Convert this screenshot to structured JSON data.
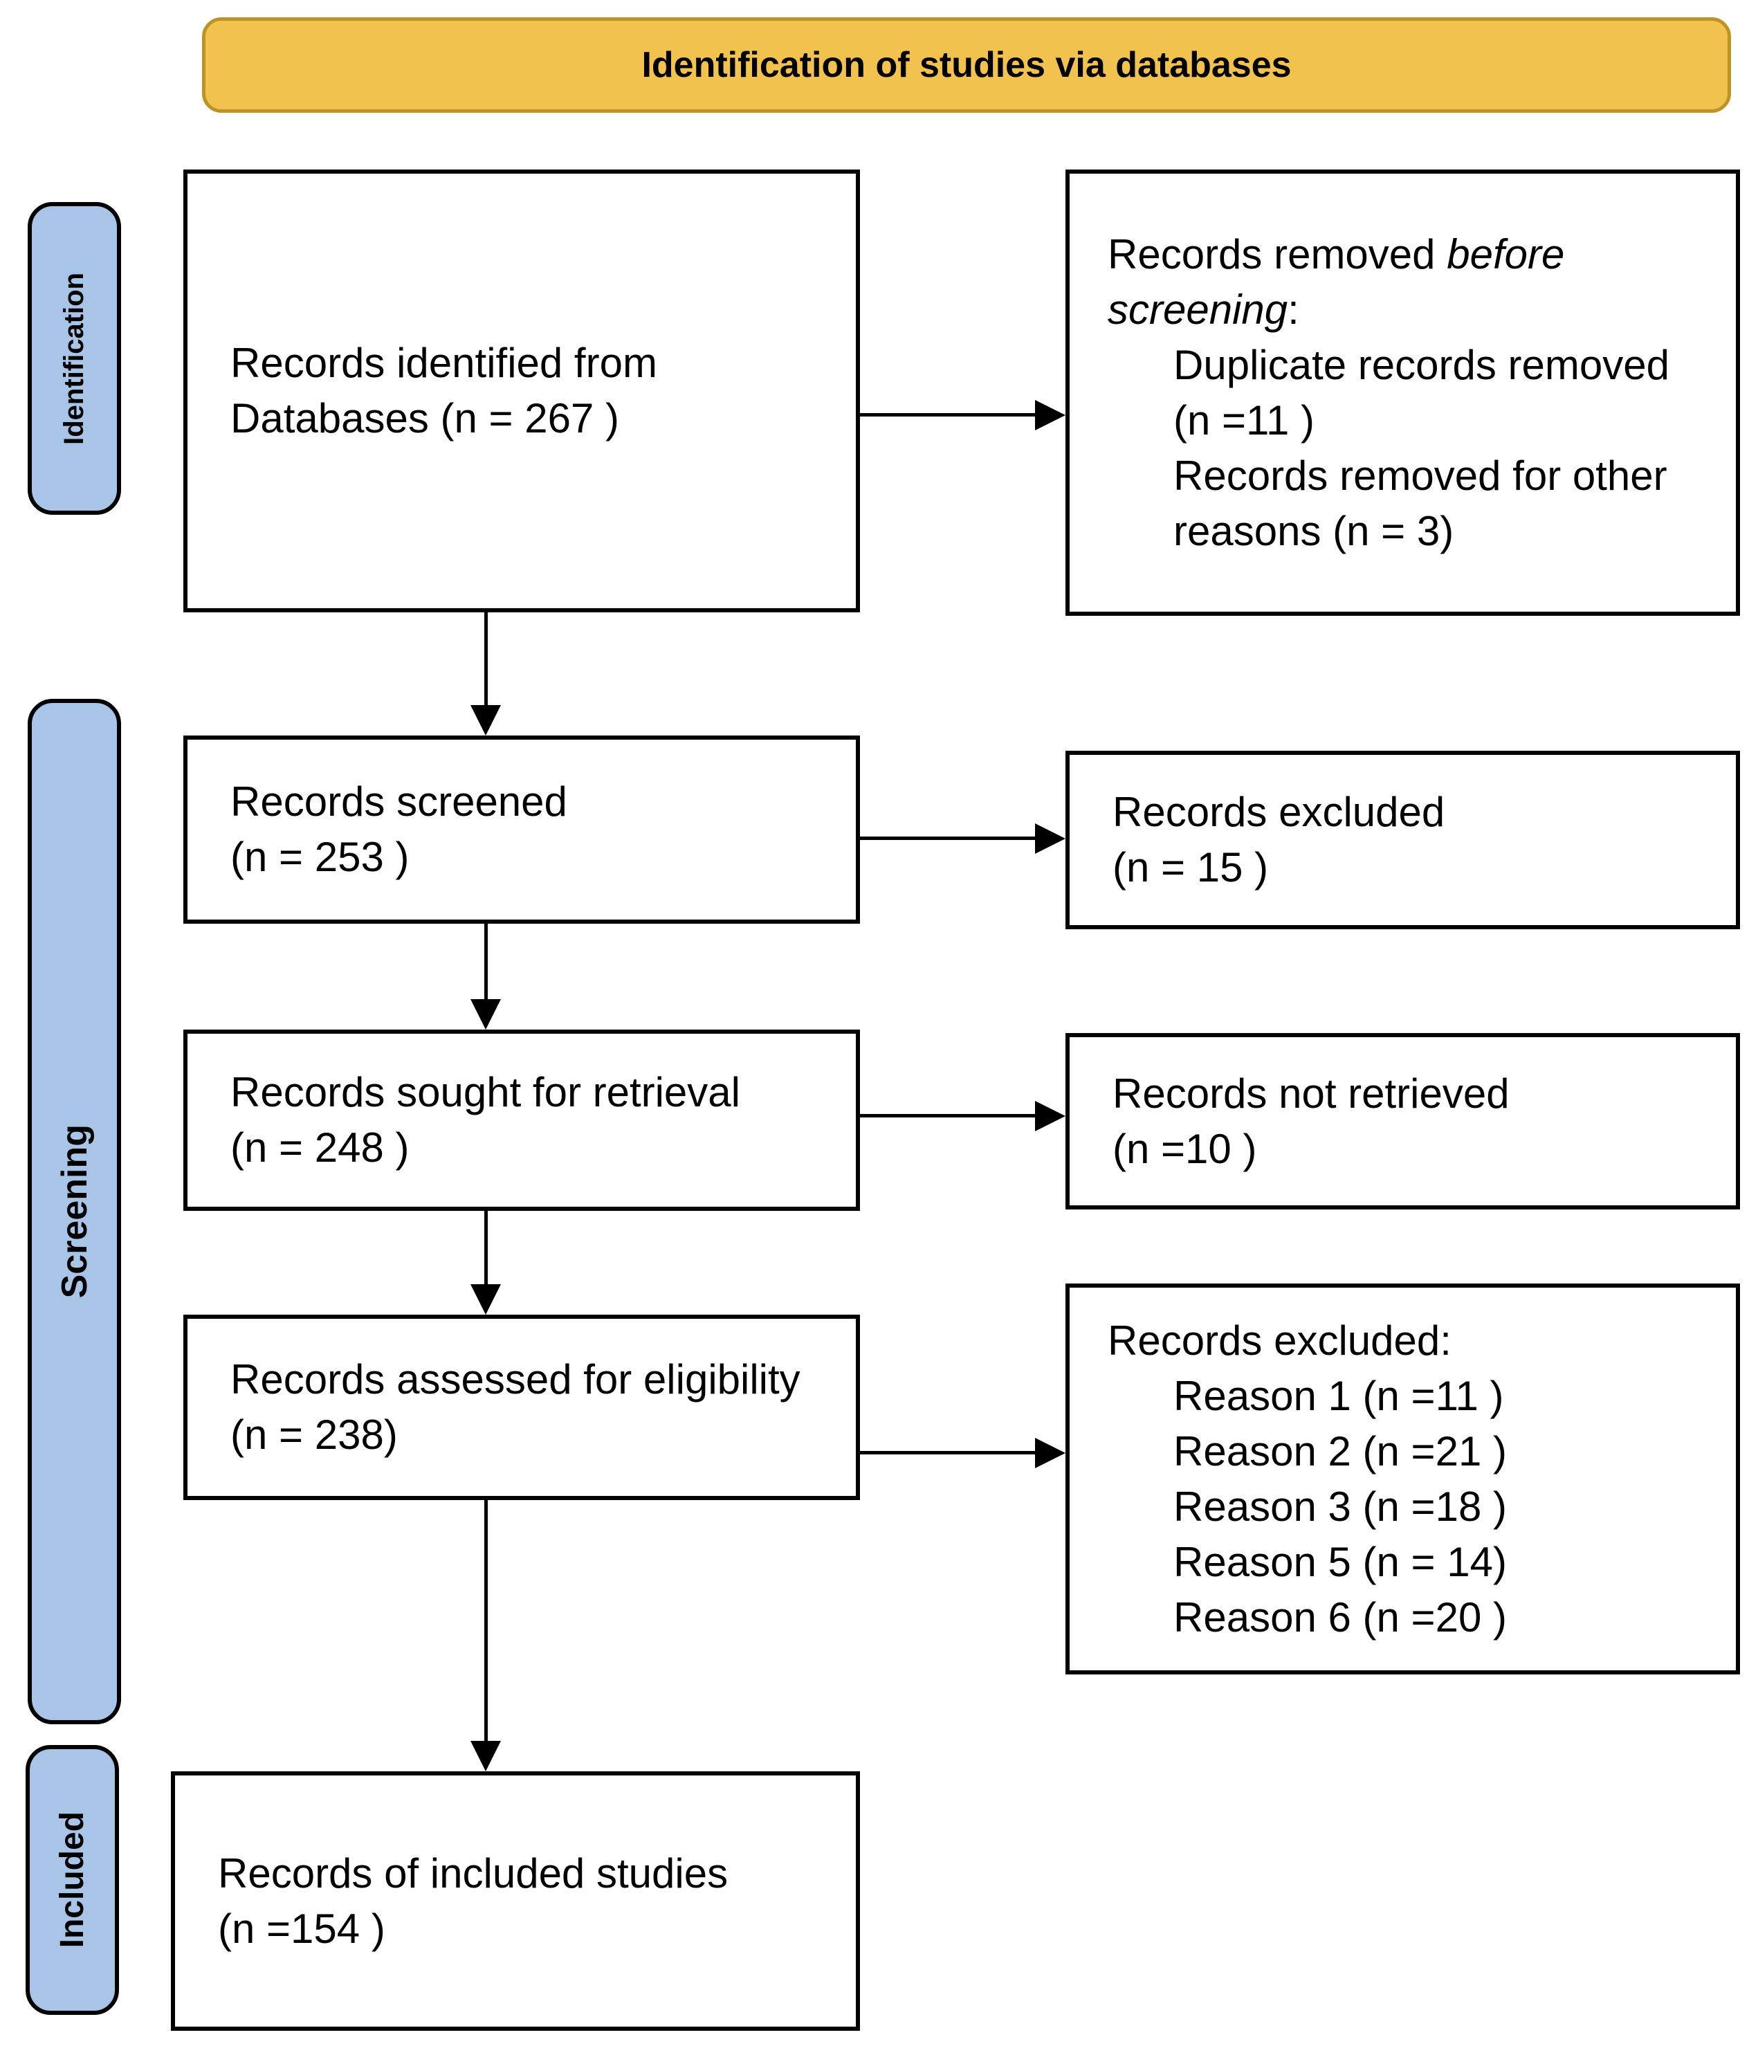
{
  "title_banner": {
    "label": "Identification of studies via databases",
    "fill": "#F2C24E",
    "border_color": "#BC9327"
  },
  "sidebar": {
    "fill": "#A8C5E8",
    "border_color": "#000000",
    "identification_label": "Identification",
    "screening_label": "Screening",
    "included_label": "Included"
  },
  "boxes": {
    "identified": {
      "line1": "Records identified from",
      "line2": "Databases (n = 267 )"
    },
    "removed_before_screening": {
      "line1_normal": "Records removed ",
      "line1_italic": "before",
      "line2_italic": "screening",
      "line2_normal": ":",
      "duplicate_line1": "Duplicate records removed",
      "duplicate_line2": "(n =11 )",
      "other_line1": "Records removed for other",
      "other_line2": "reasons (n = 3)"
    },
    "screened": {
      "line1": "Records screened",
      "line2": "(n = 253 )"
    },
    "records_excluded": {
      "line1": "Records excluded",
      "line2": "(n = 15 )"
    },
    "sought_retrieval": {
      "line1": "Records sought for retrieval",
      "line2": "(n = 248 )"
    },
    "not_retrieved": {
      "line1": "Records not retrieved",
      "line2": "(n =10 )"
    },
    "assessed_eligibility": {
      "line1": "Records assessed for eligibility",
      "line2": "(n = 238)"
    },
    "excluded_reasons": {
      "title": "Records excluded:",
      "reasons": [
        "Reason 1 (n =11 )",
        "Reason 2 (n =21 )",
        "Reason 3 (n =18 )",
        "Reason 5 (n = 14)",
        "Reason 6 (n =20 )"
      ]
    },
    "included_studies": {
      "line1": "Records of included studies",
      "line2": "(n =154 )"
    }
  }
}
